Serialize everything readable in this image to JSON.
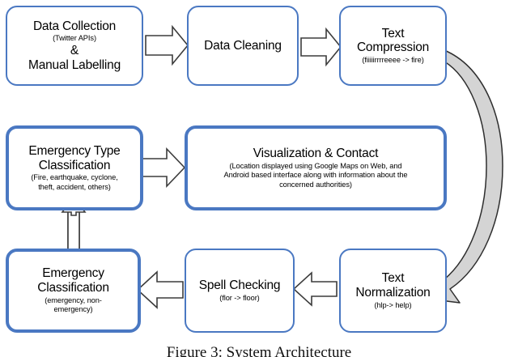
{
  "diagram": {
    "title": "Emergency tweet processing pipeline flowchart",
    "accent_color": "#4a78c2",
    "arrow_fill": "#ffffff",
    "arrow_stroke": "#3c3c3c",
    "curved_arrow_fill": "#d4d4d4",
    "background": "#ffffff"
  },
  "nodes": {
    "data_collection": {
      "title": "Data Collection",
      "sub1": "(Twitter APIs)",
      "amp": "&",
      "title2": "Manual Labelling"
    },
    "data_cleaning": {
      "title": "Data Cleaning"
    },
    "text_compression": {
      "title": "Text\nCompression",
      "sub": "(fiiiiirrrreeee -> fire)"
    },
    "emergency_type_classification": {
      "title": "Emergency Type\nClassification",
      "sub": "(Fire, earthquake, cyclone,\ntheft, accident, others)"
    },
    "visualization_contact": {
      "title": "Visualization & Contact",
      "sub": "(Location displayed using Google Maps on Web, and\nAndroid based interface along with information about the\nconcerned authorities)"
    },
    "emergency_classification": {
      "title": "Emergency\nClassification",
      "sub": "(emergency, non-\nemergency)"
    },
    "spell_checking": {
      "title": "Spell Checking",
      "sub": "(flor -> floor)"
    },
    "text_normalization": {
      "title": "Text\nNormalization",
      "sub": "(hlp-> help)"
    }
  },
  "edges": [
    {
      "name": "collection-to-cleaning",
      "from": "data_collection",
      "to": "data_cleaning",
      "direction": "right"
    },
    {
      "name": "cleaning-to-compression",
      "from": "data_cleaning",
      "to": "text_compression",
      "direction": "right"
    },
    {
      "name": "compression-to-normalization",
      "from": "text_compression",
      "to": "text_normalization",
      "direction": "curved-down-left"
    },
    {
      "name": "normalization-to-spellchecking",
      "from": "text_normalization",
      "to": "spell_checking",
      "direction": "left"
    },
    {
      "name": "spellchecking-to-emergency-classification",
      "from": "spell_checking",
      "to": "emergency_classification",
      "direction": "left"
    },
    {
      "name": "emergency-classification-to-emergency-type",
      "from": "emergency_classification",
      "to": "emergency_type_classification",
      "direction": "up"
    },
    {
      "name": "emergency-type-to-visualization",
      "from": "emergency_type_classification",
      "to": "visualization_contact",
      "direction": "right"
    }
  ],
  "caption": {
    "text": "Figure 3: System Architecture"
  }
}
